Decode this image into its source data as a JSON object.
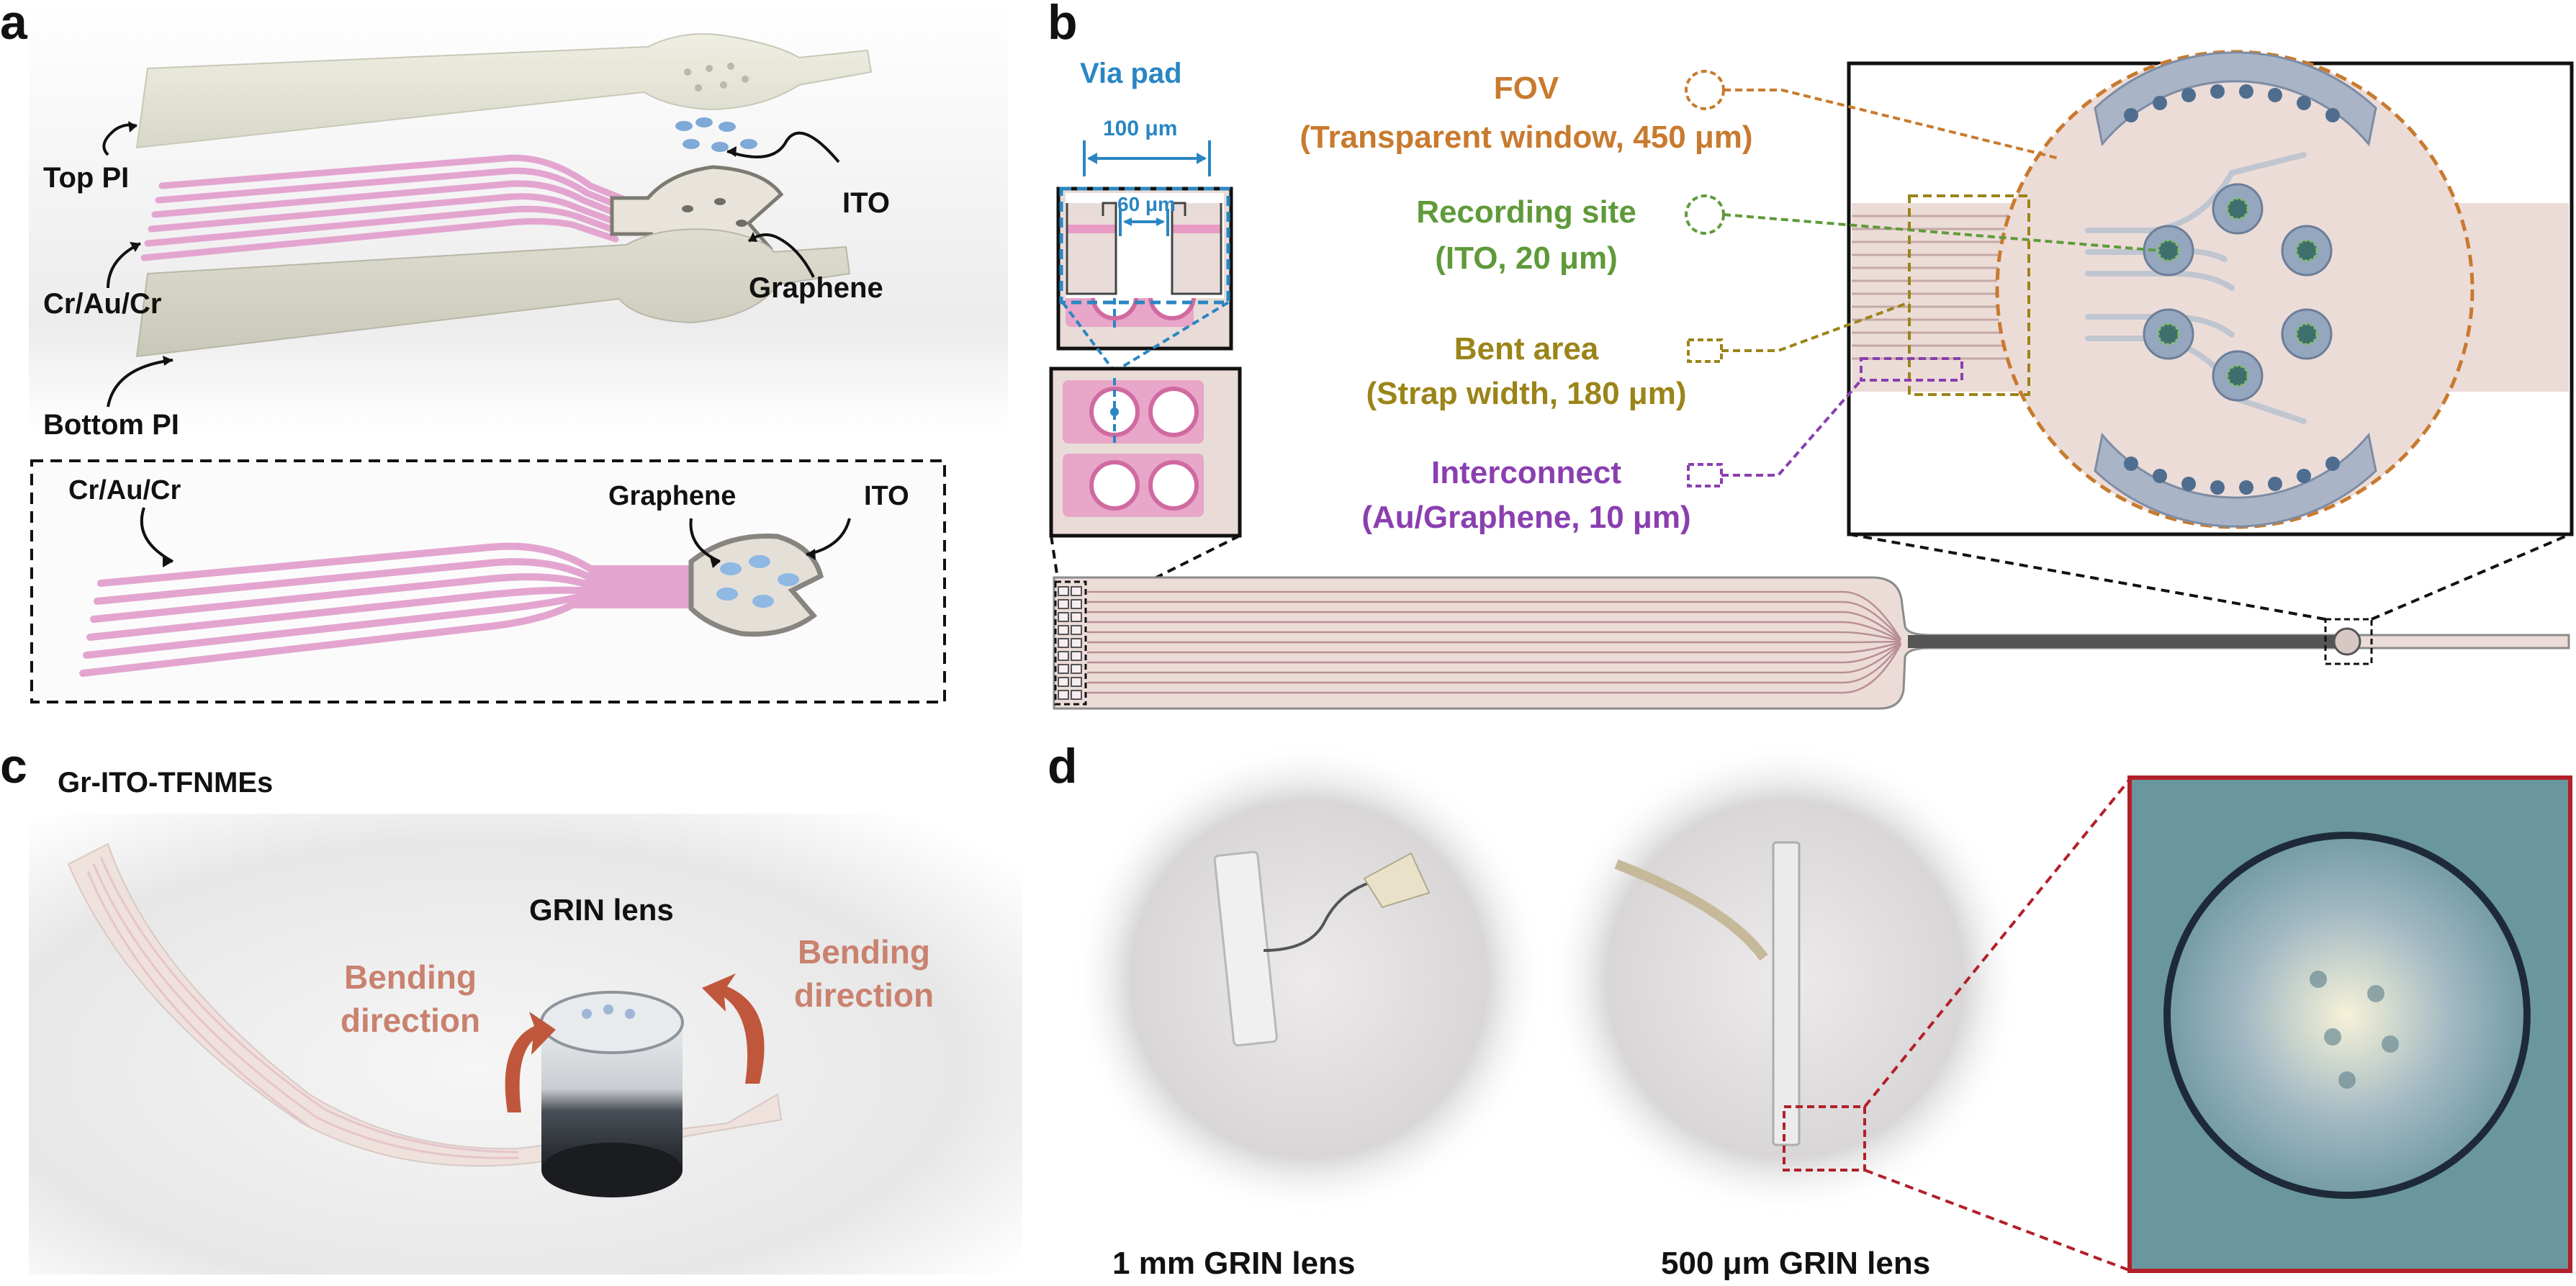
{
  "panels": {
    "a": {
      "letter": "a",
      "layers": {
        "top_pi": "Top PI",
        "cr_au_cr": "Cr/Au/Cr",
        "bottom_pi": "Bottom PI",
        "ito": "ITO",
        "graphene": "Graphene"
      },
      "inset": {
        "cr_au_cr": "Cr/Au/Cr",
        "graphene": "Graphene",
        "ito": "ITO"
      }
    },
    "b": {
      "letter": "b",
      "via_pad": {
        "title": "Via pad",
        "dim_outer": "100 μm",
        "dim_inner": "60 μm"
      },
      "callouts": [
        {
          "title": "FOV",
          "detail": "(Transparent window, 450 μm)",
          "color": "#c87a2e"
        },
        {
          "title": "Recording site",
          "detail": "(ITO, 20 μm)",
          "color": "#5f9a3a"
        },
        {
          "title": "Bent area",
          "detail": "(Strap width, 180 μm)",
          "color": "#9b8418"
        },
        {
          "title": "Interconnect",
          "detail": "(Au/Graphene, 10 μm)",
          "color": "#8a3fb0"
        }
      ],
      "via_color": "#2a86c2"
    },
    "c": {
      "letter": "c",
      "title": "Gr-ITO-TFNMEs",
      "lens_label": "GRIN lens",
      "bend_left": [
        "Bending",
        "direction"
      ],
      "bend_right": [
        "Bending",
        "direction"
      ],
      "bend_color": "#c9826f"
    },
    "d": {
      "letter": "d",
      "caption_1": "1 mm GRIN lens",
      "caption_2": "500 μm GRIN lens",
      "zoom_color": "#b2202a"
    }
  }
}
